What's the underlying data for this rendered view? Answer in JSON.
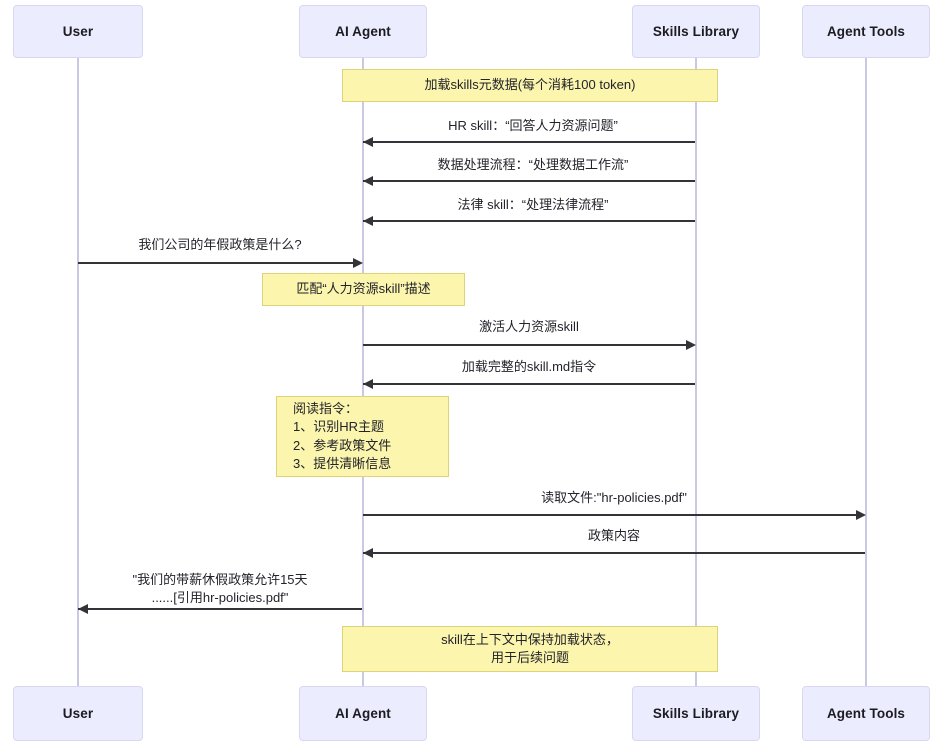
{
  "diagram": {
    "type": "sequence-diagram",
    "title": "",
    "colors": {
      "actor_fill": "#ececff",
      "actor_border": "#d7d7f2",
      "note_fill": "#fbf5ad",
      "note_border": "#dfd37a",
      "lifeline": "#c9c9e4",
      "arrow": "#333338",
      "background": "#ffffff"
    }
  },
  "participants": [
    {
      "id": "user",
      "label": "User"
    },
    {
      "id": "agent",
      "label": "AI Agent"
    },
    {
      "id": "skills",
      "label": "Skills Library"
    },
    {
      "id": "tools",
      "label": "Agent Tools"
    }
  ],
  "notes": [
    {
      "id": "note-load-metadata",
      "lines": [
        "加载skills元数据(每个消耗100 token)"
      ]
    },
    {
      "id": "note-match-skill",
      "lines": [
        "匹配“人力资源skill”描述"
      ]
    },
    {
      "id": "note-read-instructions",
      "lines": [
        "阅读指令：",
        "1、识别HR主题",
        "2、参考政策文件",
        "3、提供清晰信息"
      ]
    },
    {
      "id": "note-skill-persist",
      "lines": [
        "skill在上下文中保持加载状态，",
        "用于后续问题"
      ]
    }
  ],
  "messages": [
    {
      "id": "msg-hr-skill",
      "from": "skills",
      "to": "agent",
      "direction": "left",
      "lines": [
        "HR skill：“回答人力资源问题”"
      ]
    },
    {
      "id": "msg-data-flow",
      "from": "skills",
      "to": "agent",
      "direction": "left",
      "lines": [
        "数据处理流程：“处理数据工作流”"
      ]
    },
    {
      "id": "msg-legal-skill",
      "from": "skills",
      "to": "agent",
      "direction": "left",
      "lines": [
        "法律 skill：“处理法律流程”"
      ]
    },
    {
      "id": "msg-user-question",
      "from": "user",
      "to": "agent",
      "direction": "right",
      "lines": [
        "我们公司的年假政策是什么?"
      ]
    },
    {
      "id": "msg-activate-hr",
      "from": "agent",
      "to": "skills",
      "direction": "right",
      "lines": [
        "激活人力资源skill"
      ]
    },
    {
      "id": "msg-load-skillmd",
      "from": "skills",
      "to": "agent",
      "direction": "left",
      "lines": [
        "加载完整的skill.md指令"
      ]
    },
    {
      "id": "msg-read-file",
      "from": "agent",
      "to": "tools",
      "direction": "right",
      "lines": [
        "读取文件:\"hr-policies.pdf\""
      ]
    },
    {
      "id": "msg-policy-content",
      "from": "tools",
      "to": "agent",
      "direction": "left",
      "lines": [
        "政策内容"
      ]
    },
    {
      "id": "msg-final-answer",
      "from": "agent",
      "to": "user",
      "direction": "left",
      "lines": [
        "\"我们的带薪休假政策允许15天",
        "......[引用hr-policies.pdf\""
      ]
    }
  ]
}
